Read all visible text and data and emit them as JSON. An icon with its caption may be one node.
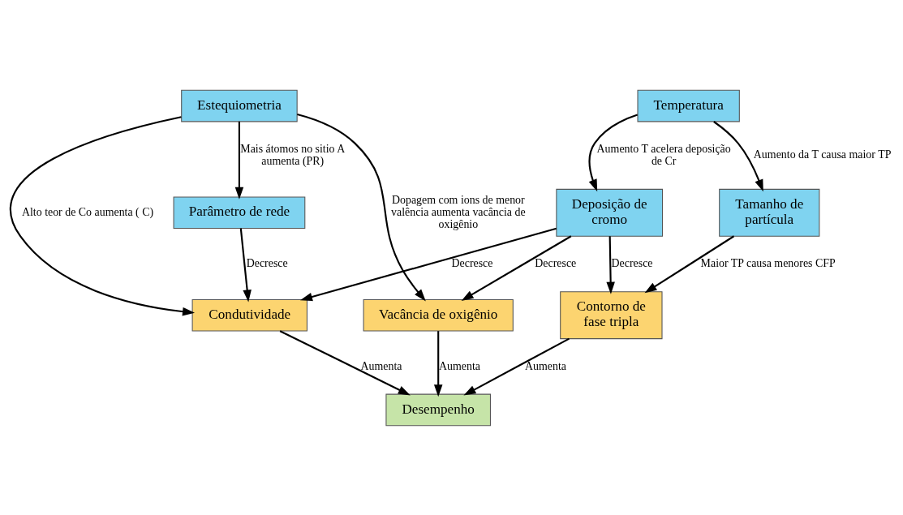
{
  "diagram": {
    "nodes": [
      {
        "text": [
          "Estequiometria"
        ]
      },
      {
        "text": [
          "Parâmetro de rede"
        ]
      },
      {
        "text": [
          "Vacância de oxigênio"
        ]
      },
      {
        "text": [
          "Desempenho"
        ]
      },
      {
        "text": [
          "Tamanho de partícula"
        ]
      },
      {
        "text": [
          "Condutividade"
        ]
      },
      {
        "text": [
          "Contorno de fase tripla"
        ]
      },
      {
        "text": [
          "Deposição de cromo"
        ]
      },
      {
        "text": [
          "Temperatura"
        ]
      }
    ],
    "edges": [
      {
        "from": 0,
        "to": 1,
        "arrow": "to",
        "label": "Mais átomos no sitio A aumenta (PR)"
      },
      {
        "from": 0,
        "to": 5,
        "arrow": "to",
        "label": "Alto teor de Co aumenta ( C)"
      },
      {
        "from": 0,
        "to": 2,
        "arrow": "to",
        "label": "Dopagem com ions de menor valência aumenta vacância de oxigênio"
      },
      {
        "from": 1,
        "to": 5,
        "arrow": "to",
        "label": "Decresce"
      },
      {
        "from": 2,
        "to": 3,
        "arrow": "to",
        "label": "Aumenta"
      },
      {
        "from": 5,
        "to": 3,
        "arrow": "to",
        "label": "Aumenta"
      },
      {
        "from": 6,
        "to": 3,
        "arrow": "to",
        "label": "Aumenta"
      },
      {
        "from": 4,
        "to": 6,
        "arrow": "to",
        "label": "Maior TP causa menores CFP"
      },
      {
        "from": 7,
        "to": 5,
        "arrow": "to",
        "label": "Decresce"
      },
      {
        "from": 7,
        "to": 2,
        "arrow": "to",
        "label": "Decresce"
      },
      {
        "from": 7,
        "to": 6,
        "arrow": "to",
        "label": "Decresce"
      },
      {
        "from": 8,
        "to": 4,
        "arrow": "to",
        "label": "Aumento da T causa maior TP"
      },
      {
        "from": 8,
        "to": 7,
        "arrow": "to",
        "label": "Aumento T acelera deposição de Cr"
      }
    ]
  }
}
